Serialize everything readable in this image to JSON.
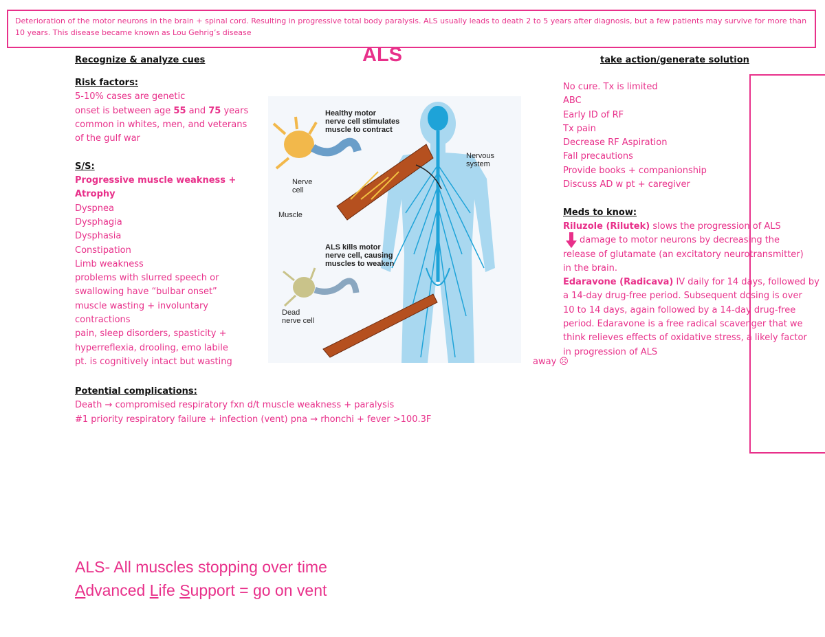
{
  "definition": "Deterioration of the motor neurons in the brain + spinal cord. Resulting in progressive total body paralysis. ALS usually leads to death 2 to 5 years after diagnosis, but a few patients may survive for more than 10 years. This disease became known as Lou Gehrig’s disease",
  "title": "ALS",
  "left_heading": "Recognize & analyze cues",
  "right_heading": "take action/generate solution",
  "risk_factors": {
    "heading": "Risk factors:",
    "lines": [
      "5-10% cases are genetic",
      "onset is between age 55 and 75 years",
      "common in whites, men, and veterans",
      "of the gulf war"
    ]
  },
  "ss": {
    "heading": "S/S:",
    "bold_lines": [
      "Progressive muscle weakness +",
      "Atrophy"
    ],
    "lines": [
      "Dyspnea",
      "Dysphagia",
      "Dysphasia",
      "Constipation",
      "Limb weakness",
      "problems with slurred speech or",
      "swallowing have “bulbar onset”",
      "muscle wasting + involuntary",
      "contractions",
      "pain, sleep disorders, spasticity +",
      "hyperreflexia, drooling, emo labile",
      "pt. is cognitively intact but wasting"
    ]
  },
  "complications": {
    "heading": "Potential complications:",
    "line1": "Death → compromised respiratory fxn d/t muscle weakness + paralysis",
    "line2": "#1 priority respiratory failure + infection (vent) pna → rhonchi + fever >100.3F"
  },
  "actions": [
    "No cure. Tx is limited",
    "ABC",
    "Early ID of RF",
    "Tx pain",
    "Decrease RF Aspiration",
    "Fall precautions",
    "Provide books + companionship",
    "Discuss AD w pt + caregiver"
  ],
  "meds": {
    "heading": "Meds to know:",
    "riluzole_name": "Riluzole (Rilutek)",
    "riluzole_line1": " slows the progression of ALS",
    "riluzole_line2": "damage to motor neurons by decreasing the",
    "riluzole_line3": "release of glutamate (an excitatory neurotransmitter)",
    "riluzole_line4": "in the brain.",
    "edaravone_name": "Edaravone (Radicava)",
    "edaravone_line1": " IV daily for 14 days, followed by",
    "edaravone_lines": [
      "a 14-day drug-free period. Subsequent dosing is over",
      "10 to 14 days, again followed by a 14-day drug-free",
      "period. Edaravone is a free radical scavenger that we",
      "think relieves effects of oxidative stress, a likely factor",
      "in progression of ALS"
    ]
  },
  "away": "away ☹",
  "figure": {
    "healthy_label": "Healthy motor nerve cell stimulates muscle to contract",
    "nerve_label": "Nerve cell",
    "muscle_label": "Muscle",
    "nervous_label": "Nervous system",
    "als_label": "ALS kills motor nerve cell, causing muscles to weaken",
    "dead_label": "Dead nerve cell"
  },
  "bottom": {
    "line1": "ALS- All muscles stopping over time",
    "a": "A",
    "dvanced": "dvanced ",
    "l": "L",
    "ife": "ife ",
    "s": "S",
    "upport": "upport = go on vent"
  }
}
